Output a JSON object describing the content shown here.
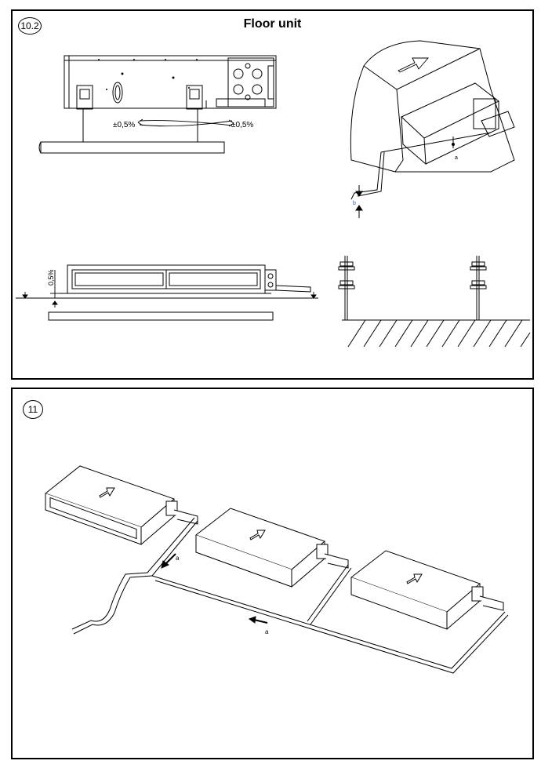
{
  "figure_a": {
    "number": "10.2",
    "title": "Floor unit",
    "tolerance_left": "±0,5%",
    "tolerance_right": "±0,5%",
    "tolerance_side": "0,5%",
    "label_a": "a",
    "label_b": "b"
  },
  "figure_b": {
    "number": "11",
    "label_a_left": "a",
    "label_a_bottom": "a"
  }
}
